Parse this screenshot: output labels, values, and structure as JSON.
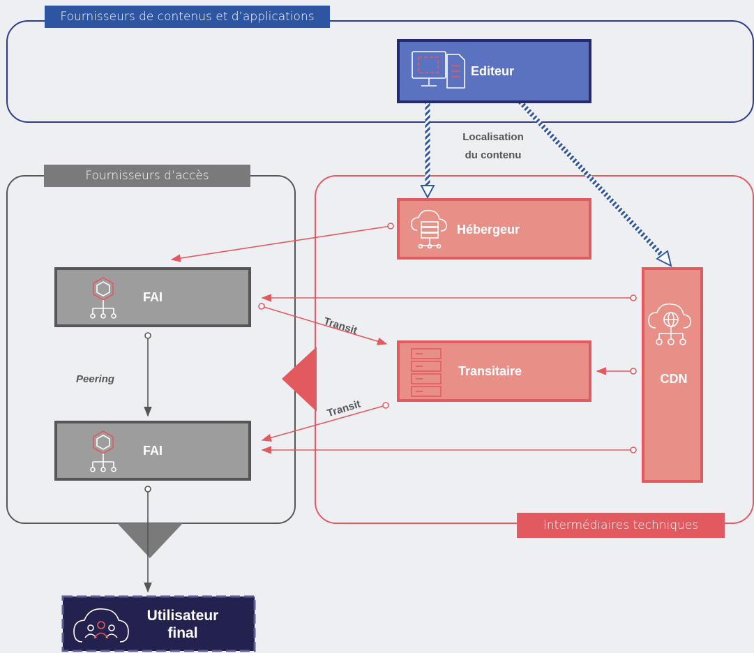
{
  "regions": {
    "content_providers": "Fournisseurs de contenus et d’applications",
    "access_providers": "Fournisseurs d’accès",
    "intermediaries": "Intermédiaires techniques"
  },
  "nodes": {
    "editeur": "Editeur",
    "hebergeur": "Hébergeur",
    "fai_top": "FAI",
    "fai_bottom": "FAI",
    "transitaire": "Transitaire",
    "cdn": "CDN",
    "user_line1": "Utilisateur",
    "user_line2": "final"
  },
  "edge_labels": {
    "localisation_line1": "Localisation",
    "localisation_line2": "du contenu",
    "transit_top": "Transit",
    "transit_bottom": "Transit",
    "peering": "Peering"
  },
  "colors": {
    "navy": "#2d3a8c",
    "blue_box": "#5b72c0",
    "red": "#e05a5f",
    "salmon": "#e88f88",
    "gray": "#555555",
    "gray_box": "#9d9d9d",
    "dark_navy": "#23224e"
  }
}
